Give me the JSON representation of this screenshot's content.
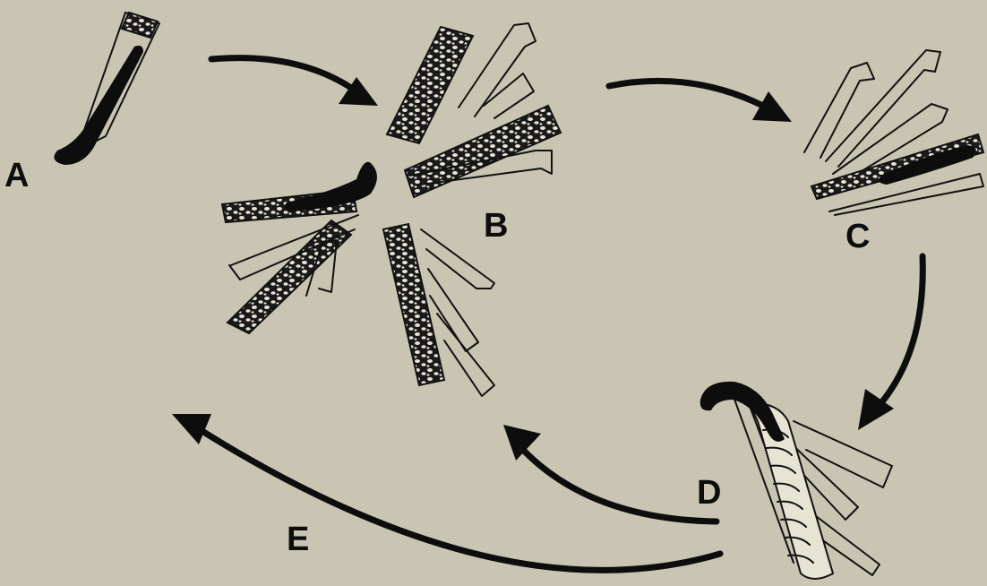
{
  "labels": {
    "a": "A",
    "b": "B",
    "c": "C",
    "d": "D",
    "e": "E"
  },
  "colors": {
    "background": "#c9c5b2",
    "ink": "#0d0d0d"
  }
}
